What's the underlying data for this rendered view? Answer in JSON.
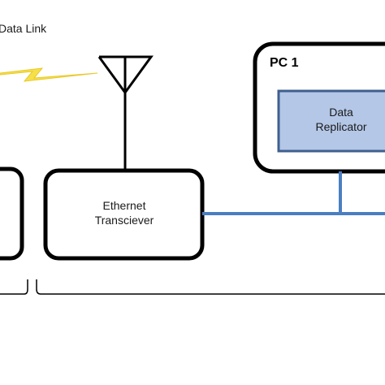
{
  "labels": {
    "data_link": "Data Link",
    "pc_title": "PC 1",
    "replicator_line1": "Data",
    "replicator_line2": "Replicator",
    "transceiver_line1": "Ethernet",
    "transceiver_line2": "Transciever"
  },
  "icons": {
    "lightning": "lightning-bolt-icon",
    "antenna": "antenna-icon"
  },
  "colors": {
    "box_stroke": "#000000",
    "network_line": "#4a7fc1",
    "replicator_fill": "#b4c7e7",
    "replicator_stroke": "#3f5f8f",
    "lightning": "#f6e04a"
  }
}
